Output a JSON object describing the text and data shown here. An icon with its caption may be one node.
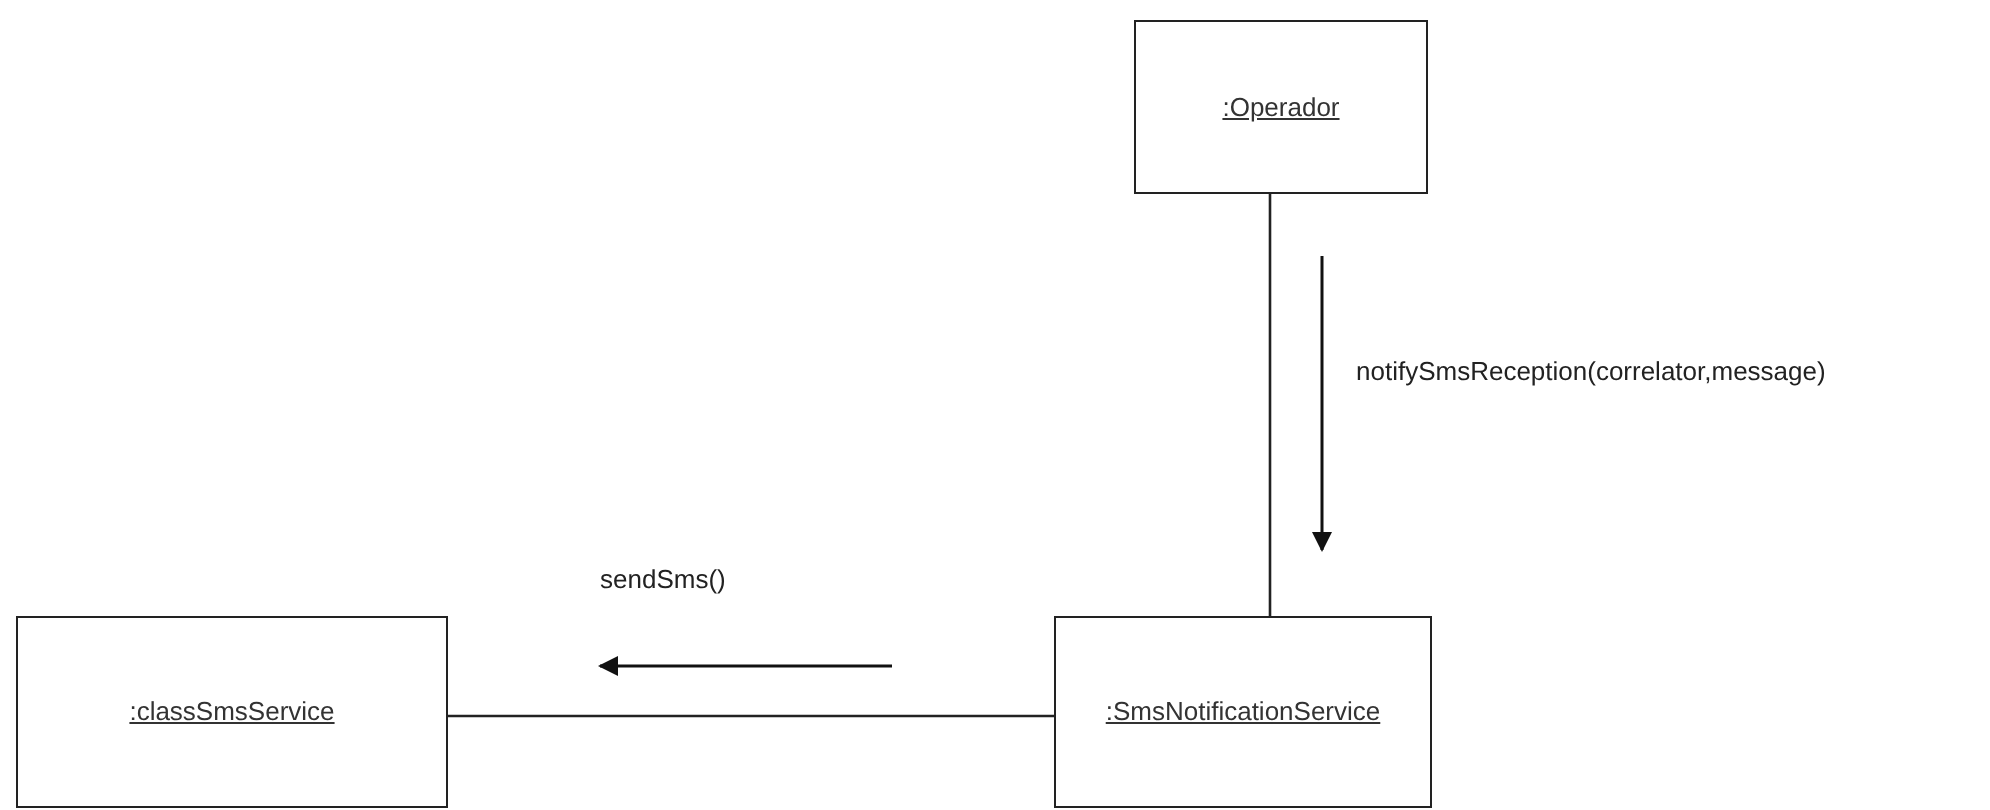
{
  "diagram": {
    "nodes": [
      {
        "text": [
          ":Operador"
        ]
      },
      {
        "text": [
          ":SmsNotificationService"
        ]
      },
      {
        "text": [
          ":classSmsService"
        ]
      }
    ],
    "edges": [
      {
        "from": 0,
        "to": 1,
        "arrow": "none",
        "label": "notifySmsReception(correlator,message)"
      },
      {
        "from": 1,
        "to": 2,
        "arrow": "none",
        "label": "sendSms()"
      }
    ]
  }
}
